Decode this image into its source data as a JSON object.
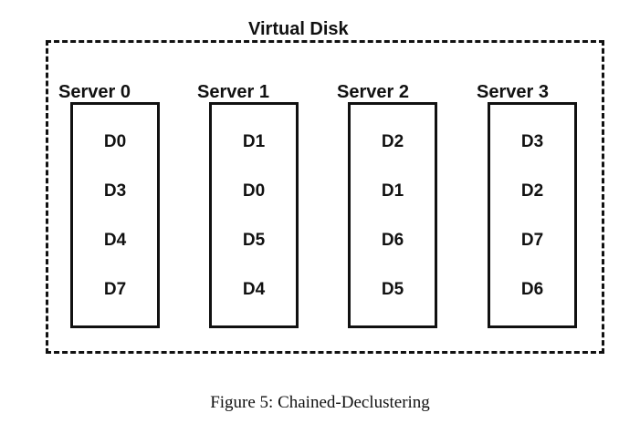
{
  "diagram": {
    "title": "Virtual Disk",
    "servers": [
      {
        "label": "Server 0",
        "blocks": [
          "D0",
          "D3",
          "D4",
          "D7"
        ]
      },
      {
        "label": "Server 1",
        "blocks": [
          "D1",
          "D0",
          "D5",
          "D4"
        ]
      },
      {
        "label": "Server 2",
        "blocks": [
          "D2",
          "D1",
          "D6",
          "D5"
        ]
      },
      {
        "label": "Server 3",
        "blocks": [
          "D3",
          "D2",
          "D7",
          "D6"
        ]
      }
    ]
  },
  "caption": "Figure 5:  Chained-Declustering"
}
